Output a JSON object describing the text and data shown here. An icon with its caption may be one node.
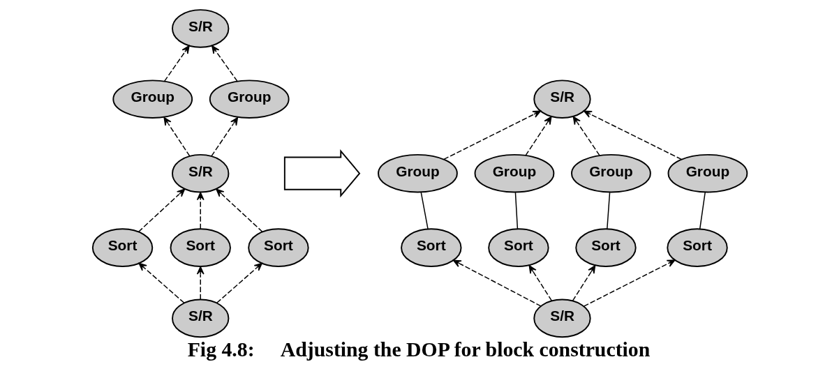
{
  "diagram": {
    "caption": "Fig 4.8:     Adjusting the DOP for block construction",
    "nodes": [
      {
        "text": [
          "S/R"
        ]
      },
      {
        "text": [
          "Group"
        ]
      },
      {
        "text": [
          "Group"
        ]
      },
      {
        "text": [
          "S/R"
        ]
      },
      {
        "text": [
          "Sort"
        ]
      },
      {
        "text": [
          "Sort"
        ]
      },
      {
        "text": [
          "Sort"
        ]
      },
      {
        "text": [
          "S/R"
        ]
      },
      {
        "text": [],
        "shape": "arrow"
      },
      {
        "text": [
          "S/R"
        ]
      },
      {
        "text": [
          "Group"
        ]
      },
      {
        "text": [
          "Group"
        ]
      },
      {
        "text": [
          "Group"
        ]
      },
      {
        "text": [
          "Group"
        ]
      },
      {
        "text": [
          "Sort"
        ]
      },
      {
        "text": [
          "Sort"
        ]
      },
      {
        "text": [
          "Sort"
        ]
      },
      {
        "text": [
          "Sort"
        ]
      },
      {
        "text": [
          "S/R"
        ]
      }
    ],
    "edges": [
      {
        "from": 1,
        "to": 0,
        "arrow": "to",
        "style": "dashed"
      },
      {
        "from": 2,
        "to": 0,
        "arrow": "to",
        "style": "dashed"
      },
      {
        "from": 3,
        "to": 1,
        "arrow": "to",
        "style": "dashed"
      },
      {
        "from": 3,
        "to": 2,
        "arrow": "to",
        "style": "dashed"
      },
      {
        "from": 4,
        "to": 3,
        "arrow": "to",
        "style": "dashed"
      },
      {
        "from": 5,
        "to": 3,
        "arrow": "to",
        "style": "dashed"
      },
      {
        "from": 6,
        "to": 3,
        "arrow": "to",
        "style": "dashed"
      },
      {
        "from": 7,
        "to": 4,
        "arrow": "to",
        "style": "dashed"
      },
      {
        "from": 7,
        "to": 5,
        "arrow": "to",
        "style": "dashed"
      },
      {
        "from": 7,
        "to": 6,
        "arrow": "to",
        "style": "dashed"
      },
      {
        "from": 10,
        "to": 9,
        "arrow": "to",
        "style": "dashed"
      },
      {
        "from": 11,
        "to": 9,
        "arrow": "to",
        "style": "dashed"
      },
      {
        "from": 12,
        "to": 9,
        "arrow": "to",
        "style": "dashed"
      },
      {
        "from": 13,
        "to": 9,
        "arrow": "to",
        "style": "dashed"
      },
      {
        "from": 14,
        "to": 10,
        "arrow": "none"
      },
      {
        "from": 15,
        "to": 11,
        "arrow": "none"
      },
      {
        "from": 16,
        "to": 12,
        "arrow": "none"
      },
      {
        "from": 17,
        "to": 13,
        "arrow": "none"
      },
      {
        "from": 18,
        "to": 14,
        "arrow": "to",
        "style": "dashed"
      },
      {
        "from": 18,
        "to": 15,
        "arrow": "to",
        "style": "dashed"
      },
      {
        "from": 18,
        "to": 16,
        "arrow": "to",
        "style": "dashed"
      },
      {
        "from": 18,
        "to": 17,
        "arrow": "to",
        "style": "dashed"
      }
    ]
  }
}
